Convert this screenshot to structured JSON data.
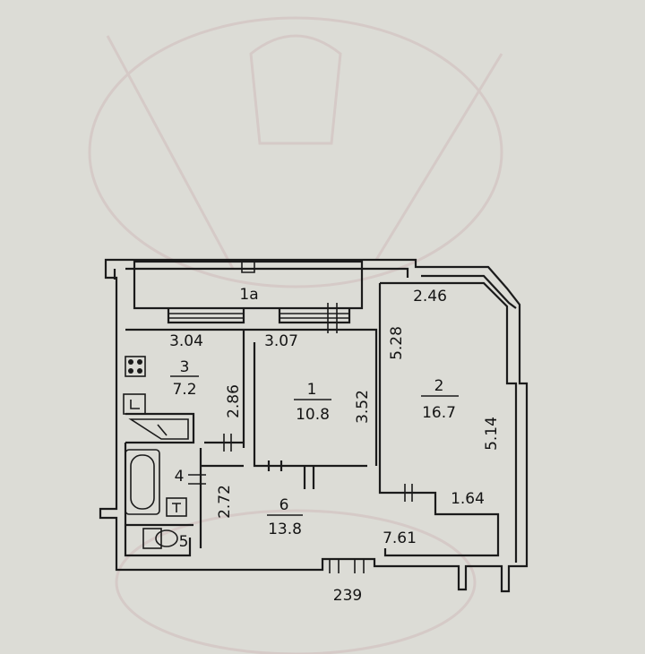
{
  "plan": {
    "rooms": [
      {
        "number": "1a",
        "area": ""
      },
      {
        "number": "1",
        "area": "10.8"
      },
      {
        "number": "2",
        "area": "16.7"
      },
      {
        "number": "3",
        "area": "7.2"
      },
      {
        "number": "4",
        "area": ""
      },
      {
        "number": "5",
        "area": ""
      },
      {
        "number": "6",
        "area": "13.8"
      }
    ],
    "dimensions": [
      "3.04",
      "3.07",
      "2.46",
      "5.28",
      "2.86",
      "3.52",
      "5.14",
      "2.72",
      "1.64",
      "7.61",
      "239"
    ]
  },
  "colors": {
    "paper": "#dcdcd6",
    "ink": "#1b1b1b",
    "watermark": "#c9a9ac"
  }
}
